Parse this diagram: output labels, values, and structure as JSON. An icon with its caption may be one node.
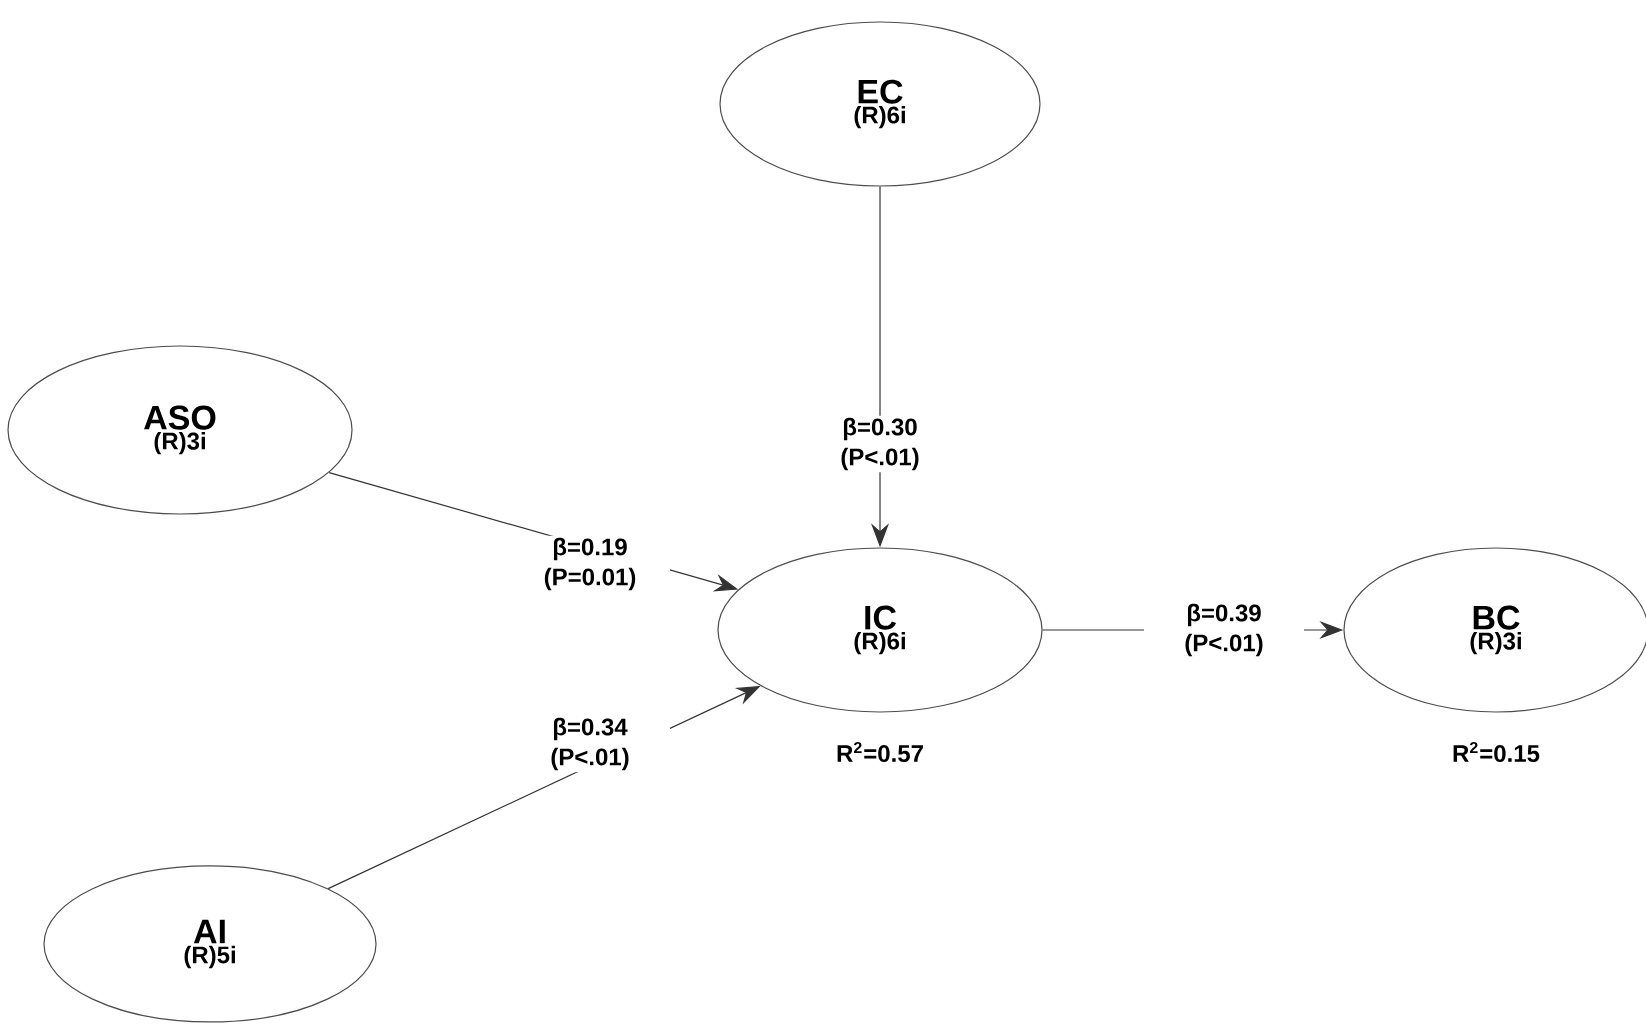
{
  "diagram": {
    "nodes": [
      {
        "text": [
          "EC",
          "(R)6i"
        ]
      },
      {
        "text": [
          "ASO",
          "(R)3i"
        ]
      },
      {
        "text": [
          "IC",
          "(R)6i"
        ],
        "beside": [
          "R$^{2}$=0.57"
        ]
      },
      {
        "text": [
          "BC",
          "(R)3i"
        ],
        "beside": [
          "R$^{2}$=0.15"
        ]
      },
      {
        "text": [
          "AI",
          "(R)5i"
        ]
      }
    ],
    "edges": [
      {
        "from": 0,
        "to": 2,
        "arrow": "to",
        "label": "β=0.30 (P<.01)"
      },
      {
        "from": 1,
        "to": 2,
        "arrow": "to",
        "label": "β=0.19 (P=0.01)"
      },
      {
        "from": 4,
        "to": 2,
        "arrow": "to",
        "label": "β=0.34 (P<.01)"
      },
      {
        "from": 2,
        "to": 3,
        "arrow": "to",
        "label": "β=0.39 (P<.01)"
      }
    ]
  }
}
